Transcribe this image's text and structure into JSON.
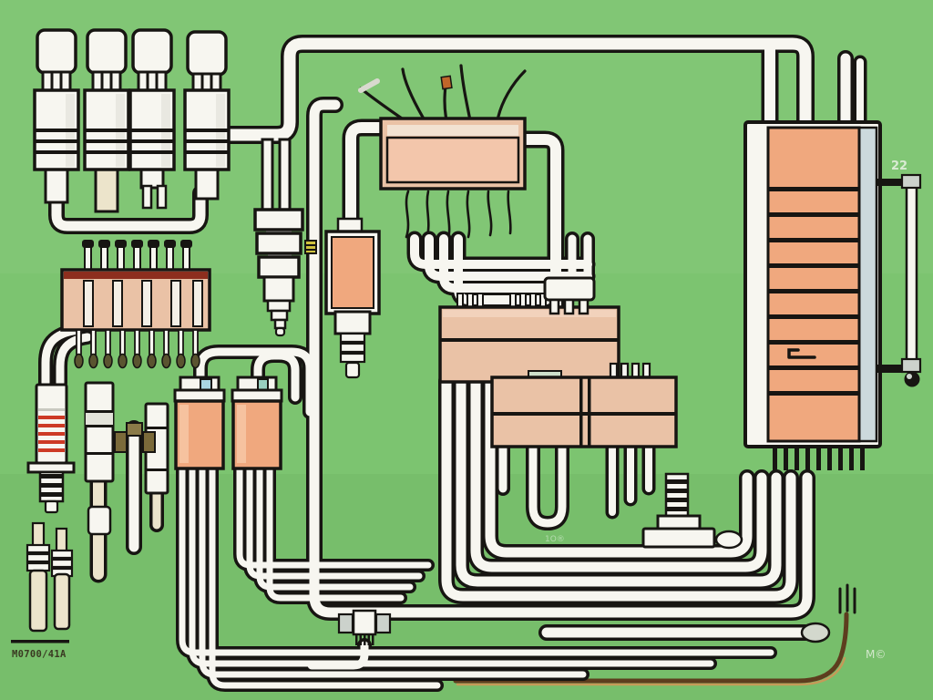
{
  "illustration": {
    "type": "automotive-ignition-wiring-diagram",
    "labels": {
      "part_code": "M0700/41A",
      "fuse_box_marking": "22",
      "corner_watermark": "M©",
      "faint_marking": "1O®"
    },
    "colors": {
      "background": "#7cc470",
      "outline": "#171512",
      "pipe": "#f7f6f0",
      "pipe_shade": "#e3e3da",
      "peach_box": "#eac2a6",
      "peach_inner": "#f3c6ab",
      "peach_deep": "#f0a87e",
      "peach_band": "#f2e2d2",
      "cream": "#ece4cb",
      "dark_red": "#8d2e1e",
      "stripe_red": "#cd3a25",
      "cap_blue": "#a9d6e2",
      "cap_teal": "#98cfc0",
      "olive": "#5a5430",
      "clip_brown": "#7b6a3a",
      "wire_brown": "#5d3d1e",
      "wire_tan": "#c59a58",
      "grey": "#ccd2cc",
      "blue_grey": "#ccd9dd",
      "label_dark": "#3a3a22",
      "label_light": "#e9f2e4",
      "yellow": "#cfc23e",
      "orange": "#c0662a"
    },
    "components": [
      "spark-plug-bank",
      "coil-on-plug-module",
      "multi-pin-connector-strip",
      "striped-spark-plug",
      "inline-fuse-pair",
      "ignition-coil-pair",
      "downward-spark-plug",
      "ignition-control-module",
      "relay-block-upper",
      "relay-block-twin",
      "ground-bolt-terminal",
      "fuse-box",
      "mounting-bracket",
      "wiring-harness",
      "connector-fork",
      "part-code-label"
    ]
  }
}
